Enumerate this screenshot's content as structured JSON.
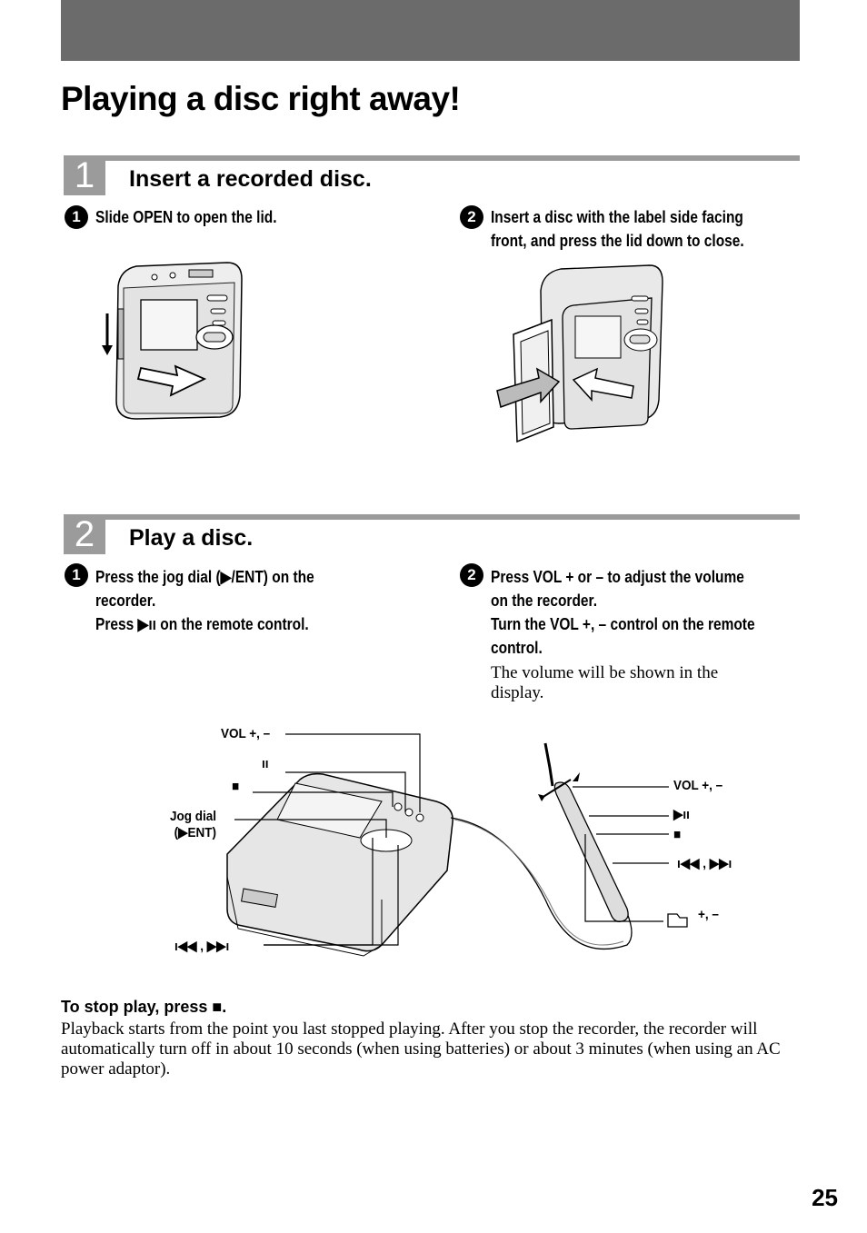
{
  "page": {
    "title": "Playing a disc right away!",
    "page_number": "25"
  },
  "section1": {
    "number": "1",
    "title": "Insert a recorded disc.",
    "step1": {
      "marker": "1",
      "text": "Slide OPEN to open the lid."
    },
    "step2": {
      "marker": "2",
      "line1": "Insert a disc with the label side facing",
      "line2": "front, and press the lid down to close."
    }
  },
  "section2": {
    "number": "2",
    "title": "Play a disc.",
    "step1": {
      "marker": "1",
      "line1a": "Press the jog dial (",
      "line1_glyph": "▶",
      "line1b": "/ENT) on the",
      "line2": "recorder.",
      "line3a": "Press ",
      "line3_glyph": "▶ıı",
      "line3b": " on the remote control."
    },
    "step2": {
      "marker": "2",
      "line1": "Press VOL + or – to adjust the volume",
      "line2": "on the recorder.",
      "line3": "Turn the VOL +, – control on the remote",
      "line4": "control.",
      "note": "The volume will be shown in the display."
    }
  },
  "diagram": {
    "recorder_labels": {
      "vol": "VOL +, –",
      "pause": "ıı",
      "stop": "■",
      "jog_line1": "Jog dial",
      "jog_line2": "(▶ENT)",
      "skip": "ı◀◀ , ▶▶ı"
    },
    "remote_labels": {
      "vol": "VOL +, –",
      "play_pause": "▶ıı",
      "stop": "■",
      "skip": "ı◀◀ , ▶▶ı",
      "group": "+, –"
    }
  },
  "stop": {
    "heading": "To stop play, press ■.",
    "text": "Playback starts from the point you last stopped playing. After you stop the recorder, the recorder will automatically turn off in about 10 seconds (when using batteries) or about 3 minutes (when using an AC power adaptor)."
  }
}
